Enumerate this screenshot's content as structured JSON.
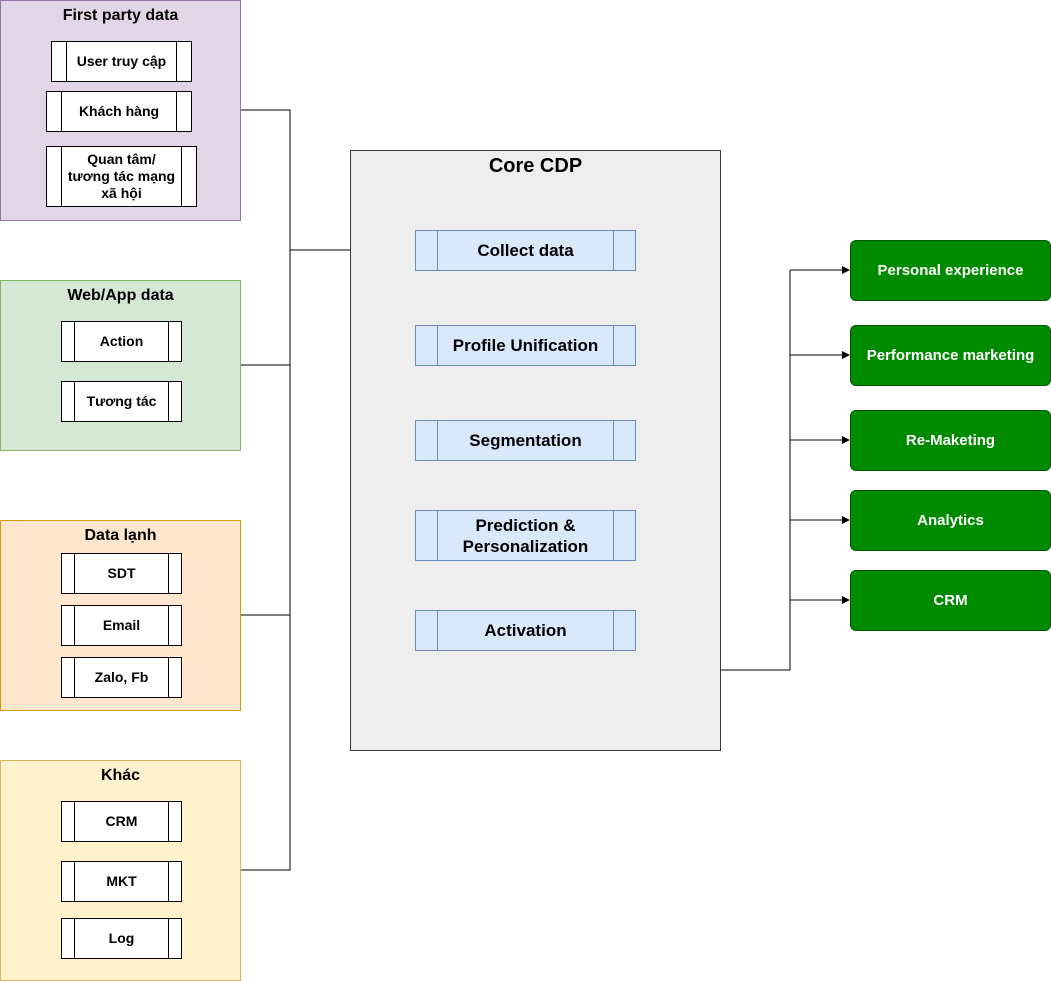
{
  "groups": {
    "first_party": {
      "title": "First party data",
      "items": [
        "User truy cập",
        "Khách hàng",
        "Quan tâm/ tương tác mạng xã hội"
      ]
    },
    "web_app": {
      "title": "Web/App data",
      "items": [
        "Action",
        "Tương tác"
      ]
    },
    "data_lanh": {
      "title": "Data lạnh",
      "items": [
        "SDT",
        "Email",
        "Zalo, Fb"
      ]
    },
    "khac": {
      "title": "Khác",
      "items": [
        "CRM",
        "MKT",
        "Log"
      ]
    }
  },
  "core": {
    "title": "Core CDP",
    "steps": [
      "Collect data",
      "Profile Unification",
      "Segmentation",
      "Prediction & Personalization",
      "Activation"
    ]
  },
  "outputs": [
    "Personal experience",
    "Performance marketing",
    "Re-Maketing",
    "Analytics",
    "CRM"
  ],
  "colors": {
    "first_party_fill": "#e1d5e7",
    "first_party_stroke": "#9673a6",
    "web_app_fill": "#d5e8d4",
    "web_app_stroke": "#82b366",
    "data_lanh_fill": "#ffe6cc",
    "data_lanh_stroke": "#d79b00",
    "khac_fill": "#fff2cc",
    "khac_stroke": "#d6b656",
    "core_fill": "#eeeeee",
    "step_fill": "#dae8fc",
    "step_stroke": "#6c8ebf",
    "output_fill": "#008a00",
    "output_text": "#ffffff"
  }
}
